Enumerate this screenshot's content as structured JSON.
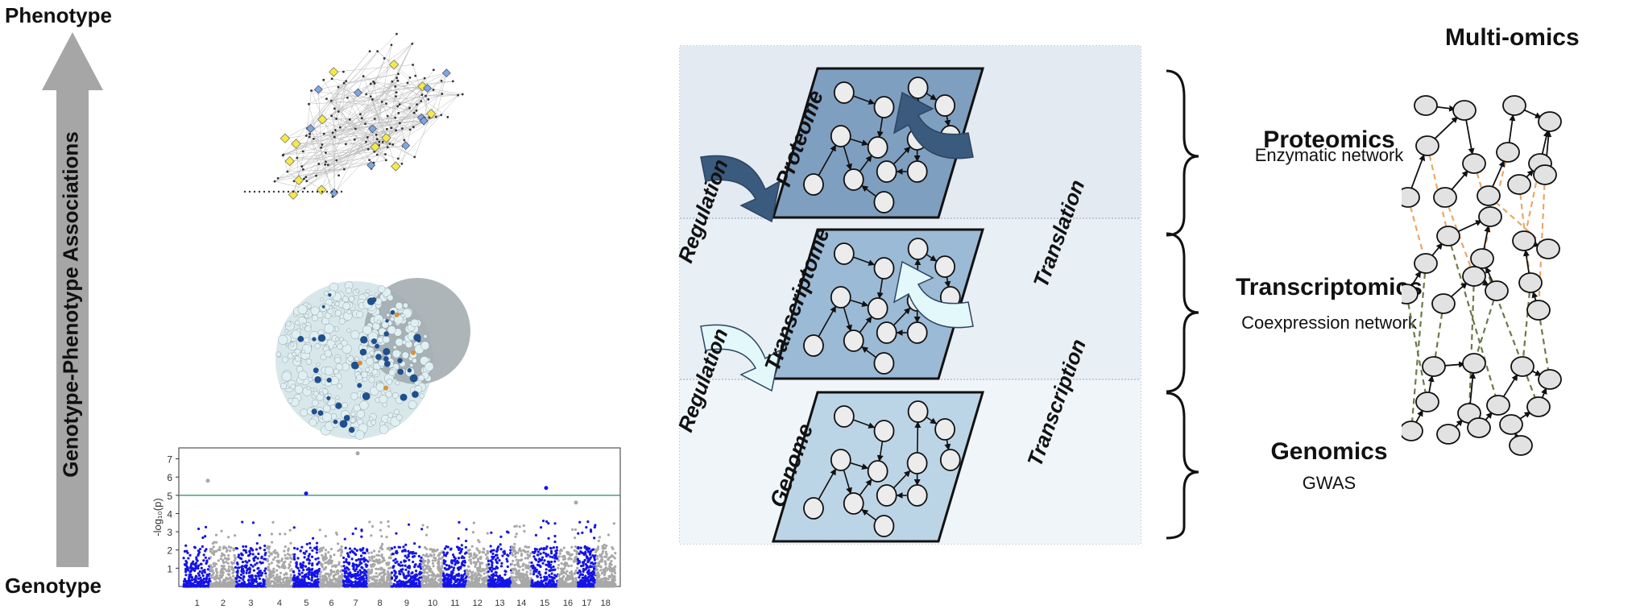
{
  "left_axis": {
    "top_label": "Phenotype",
    "bottom_label": "Genotype",
    "arrow_label": "Genotype-Phenotype Associations"
  },
  "manhattan": {
    "ylabel": "-log₁₀(p)",
    "yticks": [
      "1",
      "2",
      "3",
      "4",
      "5",
      "6",
      "7"
    ],
    "xticks": [
      "1",
      "2",
      "3",
      "4",
      "5",
      "6",
      "7",
      "8",
      "9",
      "10",
      "11",
      "12",
      "13",
      "14",
      "15",
      "16",
      "17",
      "18"
    ]
  },
  "layers": [
    {
      "name": "Proteome"
    },
    {
      "name": "Transcriptome"
    },
    {
      "name": "Genome"
    }
  ],
  "processes": {
    "regulation_top": "Regulation",
    "regulation_bottom": "Regulation",
    "translation": "Translation",
    "transcription": "Transcription"
  },
  "omics": {
    "header": "Multi-omics",
    "levels": [
      {
        "title": "Proteomics",
        "subtitle": "Enzymatic network"
      },
      {
        "title": "Transcriptomics",
        "subtitle": "Coexpression network"
      },
      {
        "title": "Genomics",
        "subtitle": "GWAS"
      }
    ]
  },
  "colors": {
    "arrow_gray": "#a6a6a6",
    "proteome_fill": "#7f9fc1",
    "transcriptome_fill": "#9bbad6",
    "genome_fill": "#bcd5e6",
    "dark_arrow": "#3a5a7e",
    "light_arrow": "#e3f8fa",
    "manhattan_blue": "#1414e6",
    "manhattan_gray": "#a8a8a8",
    "protein_link": "#e8a868",
    "gene_link": "#6a7a4a"
  }
}
